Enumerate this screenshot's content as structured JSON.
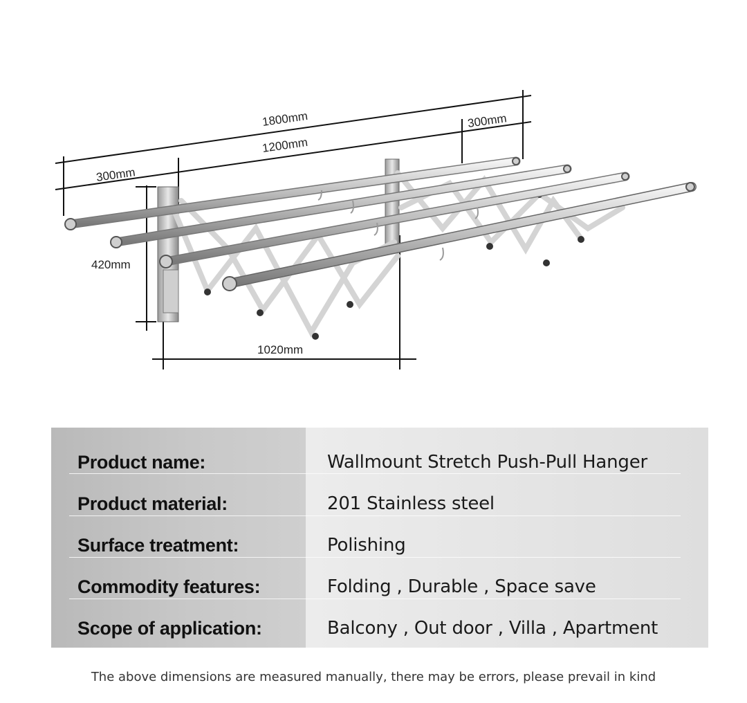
{
  "dimensions": {
    "total_length": "1800mm",
    "main_length": "1200mm",
    "left_extension": "300mm",
    "right_extension": "300mm",
    "height": "420mm",
    "depth": "1020mm"
  },
  "specs": [
    {
      "label": "Product name:",
      "value": "Wallmount Stretch Push-Pull Hanger"
    },
    {
      "label": "Product material:",
      "value": "201 Stainless steel"
    },
    {
      "label": "Surface treatment:",
      "value": "Polishing"
    },
    {
      "label": "Commodity features:",
      "value": "Folding , Durable , Space save"
    },
    {
      "label": "Scope of application:",
      "value": "Balcony , Out door , Villa , Apartment"
    }
  ],
  "footnote": "The above dimensions are measured manually, there may be errors, please prevail in kind"
}
